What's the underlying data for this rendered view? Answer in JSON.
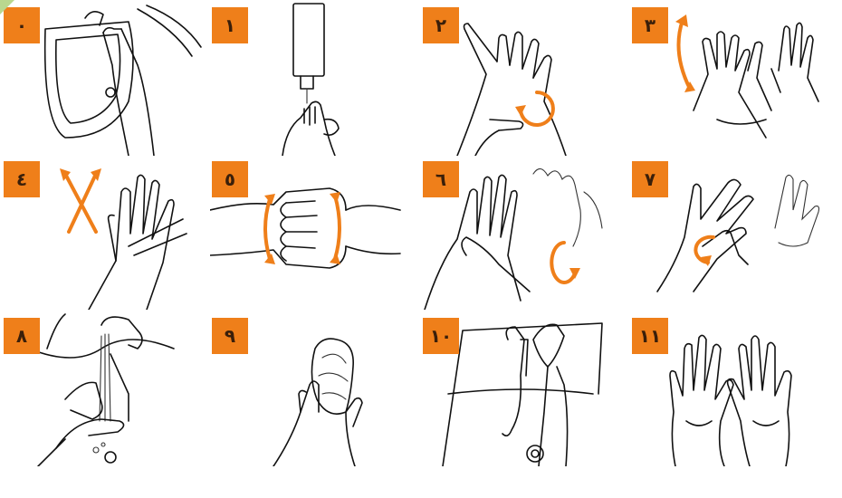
{
  "accent_color": "#ef7f1a",
  "steps": [
    {
      "number": "٠",
      "illustration": "wet-hands-at-sink-icon"
    },
    {
      "number": "١",
      "illustration": "soap-dispenser-icon"
    },
    {
      "number": "٢",
      "illustration": "rub-palms-circular-icon"
    },
    {
      "number": "٣",
      "illustration": "back-of-hands-icon"
    },
    {
      "number": "٤",
      "illustration": "interlace-fingers-icon"
    },
    {
      "number": "٥",
      "illustration": "backs-of-fingers-icon"
    },
    {
      "number": "٦",
      "illustration": "rotate-thumb-icon"
    },
    {
      "number": "٧",
      "illustration": "fingertips-in-palm-icon"
    },
    {
      "number": "٨",
      "illustration": "rinse-under-tap-icon"
    },
    {
      "number": "٩",
      "illustration": "dry-with-towel-icon"
    },
    {
      "number": "١٠",
      "illustration": "turn-off-tap-with-towel-icon"
    },
    {
      "number": "١١",
      "illustration": "clean-open-hands-icon"
    }
  ]
}
